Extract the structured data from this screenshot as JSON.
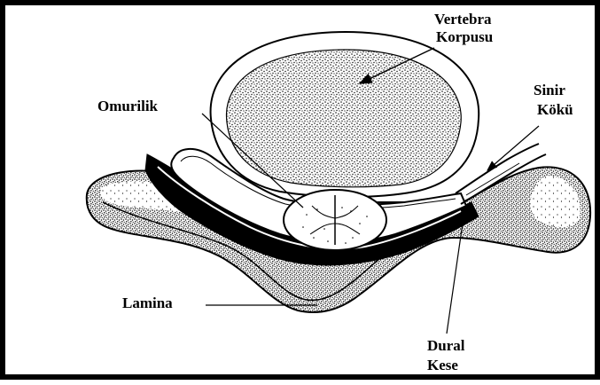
{
  "labels": {
    "vertebra_korpusu_line1": "Vertebra",
    "vertebra_korpusu_line2": "Korpusu",
    "sinir_koku_line1": "Sinir",
    "sinir_koku_line2": "Kökü",
    "omurilik": "Omurilik",
    "lamina": "Lamina",
    "dural_kese_line1": "Dural",
    "dural_kese_line2": "Kese"
  },
  "colors": {
    "ink": "#000000",
    "paper": "#ffffff"
  }
}
